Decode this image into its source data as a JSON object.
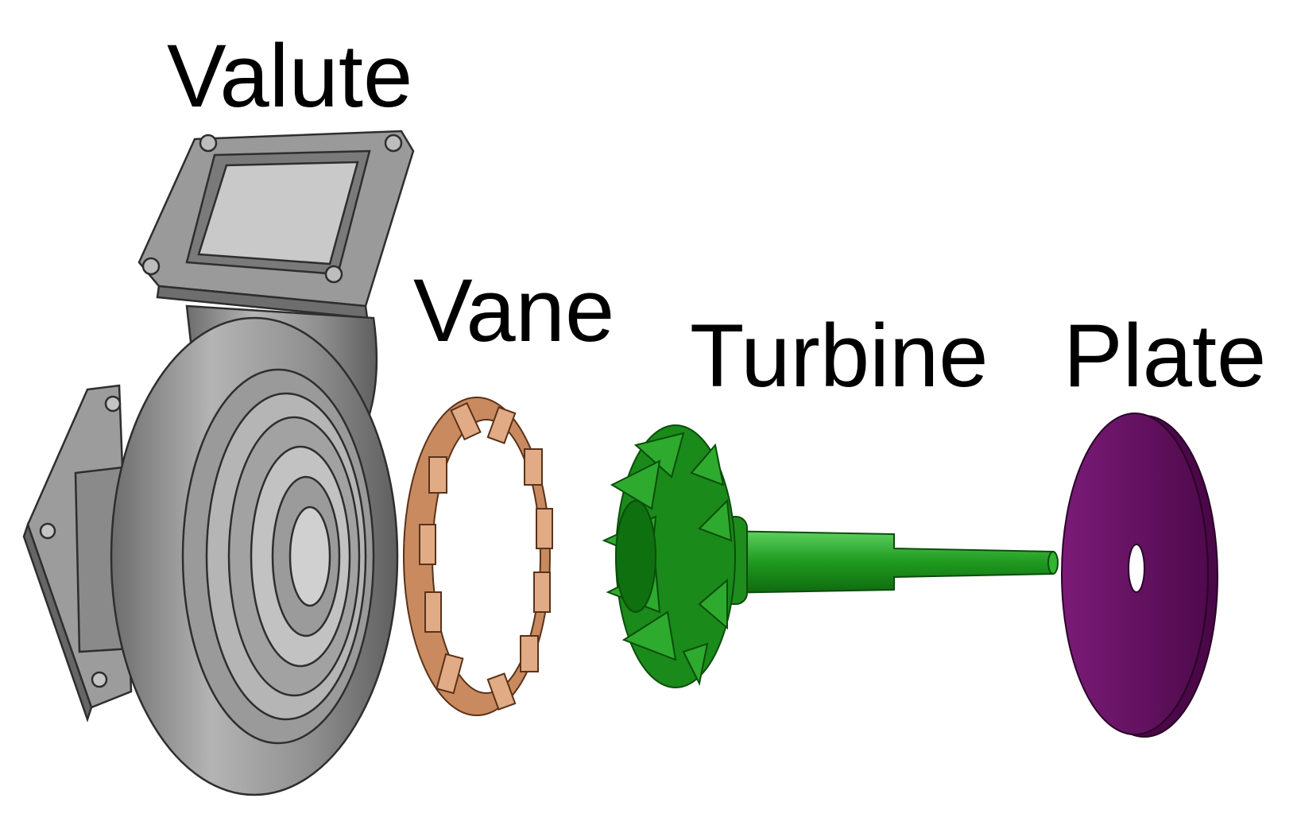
{
  "labels": {
    "valute": "Valute",
    "vane": "Vane",
    "turbine": "Turbine",
    "plate": "Plate"
  },
  "colors": {
    "valute": "#8e8e8e",
    "vane": "#d69a72",
    "turbine": "#1f9a1f",
    "plate": "#6a1467"
  }
}
